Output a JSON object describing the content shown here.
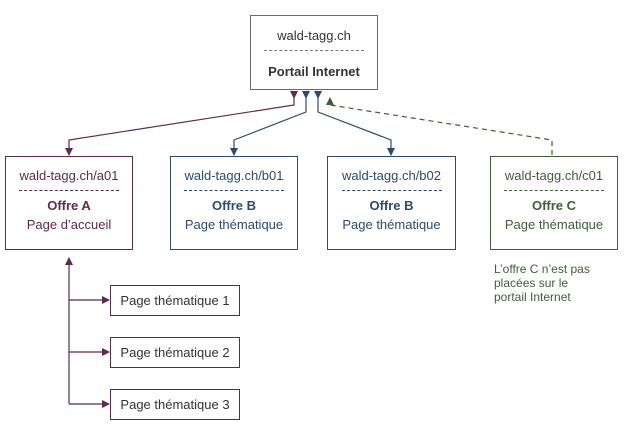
{
  "colors": {
    "root": "#6b6b6b",
    "offer_a": "#5e2b4e",
    "offer_b": "#2e4a6e",
    "offer_c": "#3f5e3a"
  },
  "root": {
    "url": "wald-tagg.ch",
    "name": "Portail Internet"
  },
  "nodes": {
    "a01": {
      "url": "wald-tagg.ch/a01",
      "name": "Offre A",
      "kind": "Page d’accueil"
    },
    "b01": {
      "url": "wald-tagg.ch/b01",
      "name": "Offre B",
      "kind": "Page thématique"
    },
    "b02": {
      "url": "wald-tagg.ch/b02",
      "name": "Offre B",
      "kind": "Page thématique"
    },
    "c01": {
      "url": "wald-tagg.ch/c01",
      "name": "Offre C",
      "kind": "Page thématique"
    }
  },
  "subpages": [
    {
      "label": "Page thématique 1"
    },
    {
      "label": "Page thématique 2"
    },
    {
      "label": "Page thématique 3"
    }
  ],
  "note": {
    "line1": "L’offre C n’est pas",
    "line2": "placées sur le",
    "line3": "portail Internet"
  }
}
